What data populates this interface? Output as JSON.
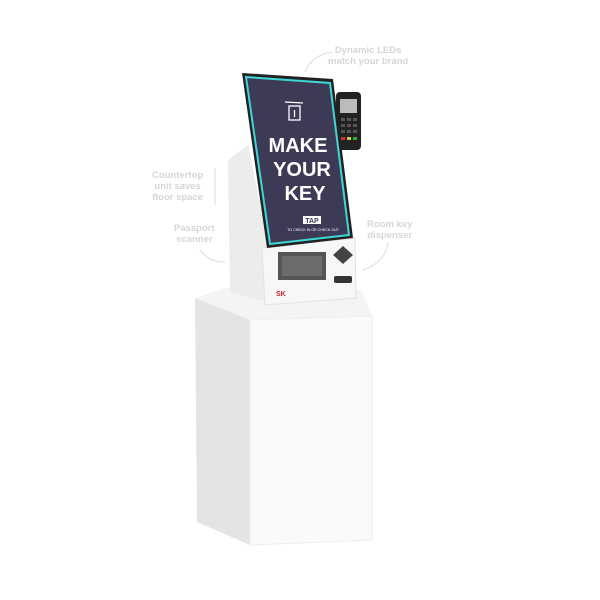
{
  "callouts": {
    "leds": [
      "Dynamic LEDs",
      "match your brand"
    ],
    "countertop": [
      "Countertop",
      "unit saves",
      "floor space"
    ],
    "passport": [
      "Passport",
      "scanner"
    ],
    "room_key": [
      "Room key",
      "dispenser"
    ]
  },
  "screen": {
    "headline": [
      "MAKE",
      "YOUR",
      "KEY"
    ],
    "button_label": "TAP",
    "subtext": "TO CHECK IN OR CHECK OUT"
  },
  "brand_logo": "SK",
  "colors": {
    "screen_bg": "#3d3a56",
    "led": "#3fd6d6",
    "callout": "#d6d6d6"
  }
}
